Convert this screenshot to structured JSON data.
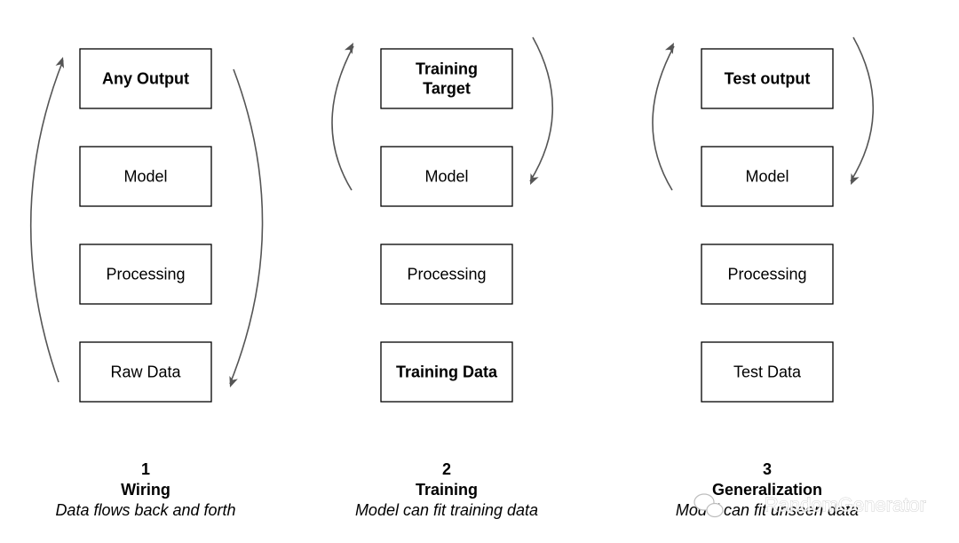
{
  "columns": [
    {
      "id": "wiring",
      "boxes": [
        {
          "lines": [
            "Any Output"
          ],
          "bold": true
        },
        {
          "lines": [
            "Model"
          ],
          "bold": false
        },
        {
          "lines": [
            "Processing"
          ],
          "bold": false
        },
        {
          "lines": [
            "Raw Data"
          ],
          "bold": false
        }
      ],
      "arrow_span": "full",
      "caption": {
        "number": "1",
        "title": "Wiring",
        "description": "Data flows back and forth"
      }
    },
    {
      "id": "training",
      "boxes": [
        {
          "lines": [
            "Training",
            "Target"
          ],
          "bold": true
        },
        {
          "lines": [
            "Model"
          ],
          "bold": false
        },
        {
          "lines": [
            "Processing"
          ],
          "bold": false
        },
        {
          "lines": [
            "Training Data"
          ],
          "bold": true
        }
      ],
      "arrow_span": "top",
      "caption": {
        "number": "2",
        "title": "Training",
        "description": "Model can fit training data"
      }
    },
    {
      "id": "generalization",
      "boxes": [
        {
          "lines": [
            "Test output"
          ],
          "bold": true
        },
        {
          "lines": [
            "Model"
          ],
          "bold": false
        },
        {
          "lines": [
            "Processing"
          ],
          "bold": false
        },
        {
          "lines": [
            "Test Data"
          ],
          "bold": false
        }
      ],
      "arrow_span": "top",
      "caption": {
        "number": "3",
        "title": "Generalization",
        "description": "Model can fit unseen data"
      }
    }
  ],
  "watermark": {
    "text": "RandomGenerator"
  },
  "colors": {
    "arrow": "#555555",
    "box_stroke": "#000000",
    "background": "#ffffff"
  }
}
